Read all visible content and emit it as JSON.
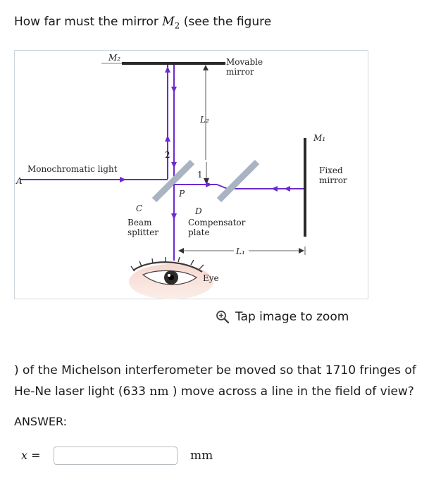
{
  "question": {
    "line1_prefix": "How far must the mirror ",
    "mirror_symbol": "M",
    "mirror_sub": "2",
    "line1_suffix": " (see the figure",
    "line2": ") of the Michelson interferometer be moved so that 1710 fringes of",
    "line3_prefix": "He-Ne laser light (633 ",
    "line3_unit": "nm",
    "line3_suffix": " ) move across a line in the field of view?"
  },
  "figure": {
    "labels": {
      "m2": "M₂",
      "movable1": "Movable",
      "movable2": "mirror",
      "l2": "L₂",
      "m1": "M₁",
      "fixed1": "Fixed",
      "fixed2": "mirror",
      "mono": "Monochromatic light",
      "a": "A",
      "ray2": "2",
      "ray1": "1",
      "p": "P",
      "c": "C",
      "d": "D",
      "beam1": "Beam",
      "beam2": "splitter",
      "comp1": "Compensator",
      "comp2": "plate",
      "l1": "L₁",
      "eye": "Eye"
    },
    "colors": {
      "ray": "#6a2bd0",
      "plate": "#a9b4c2",
      "mirror": "#2a2a2a"
    },
    "zoom_text": "Tap image to zoom",
    "zoom_icon": "zoom-in-icon"
  },
  "answer": {
    "label": "ANSWER:",
    "variable": "x",
    "equals": "=",
    "value": "",
    "unit": "mm"
  }
}
